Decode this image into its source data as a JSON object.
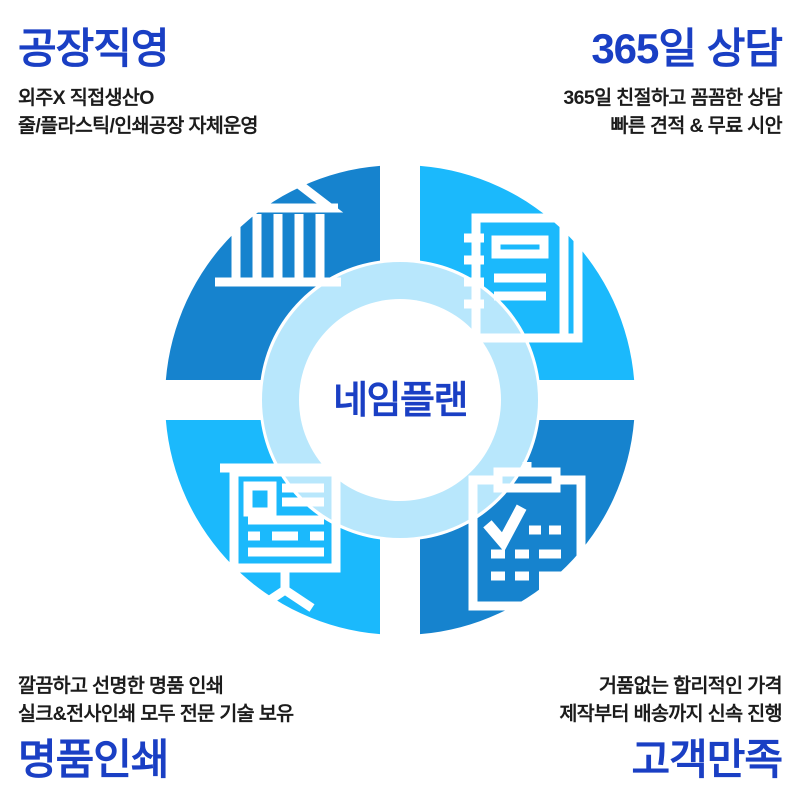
{
  "brand": {
    "center_label": "네임플랜",
    "accent_heading_color": "#1a3fc4",
    "body_text_color": "#1c1c1c"
  },
  "colors": {
    "quadrant_top_left": "#1683ce",
    "quadrant_top_right": "#1bb9fc",
    "quadrant_bottom_left": "#1bb9fc",
    "quadrant_bottom_right": "#1683ce",
    "inner_ring": "#b8e7fc",
    "center_circle": "#ffffff",
    "icon": "#ffffff",
    "background": "#ffffff"
  },
  "sections": [
    {
      "id": "factory",
      "position": "top-left",
      "heading": "공장직영",
      "lines": [
        "외주X  직접생산O",
        "줄/플라스틱/인쇄공장 자체운영"
      ],
      "icon": "bank-building-icon",
      "quadrant_color": "#1683ce"
    },
    {
      "id": "consulting",
      "position": "top-right",
      "heading": "365일 상담",
      "lines": [
        "365일 친절하고 꼼꼼한 상담",
        "빠른 견적 & 무료 시안"
      ],
      "icon": "notebook-icon",
      "quadrant_color": "#1bb9fc"
    },
    {
      "id": "printing",
      "position": "bottom-left",
      "heading": "명품인쇄",
      "lines": [
        "깔끔하고 선명한 명품 인쇄",
        "실크&전사인쇄 모두 전문 기술 보유"
      ],
      "icon": "presentation-board-icon",
      "quadrant_color": "#1bb9fc"
    },
    {
      "id": "satisfaction",
      "position": "bottom-right",
      "heading": "고객만족",
      "lines": [
        "거품없는 합리적인 가격",
        "제작부터 배송까지 신속 진행"
      ],
      "icon": "clipboard-check-icon",
      "quadrant_color": "#1683ce"
    }
  ]
}
